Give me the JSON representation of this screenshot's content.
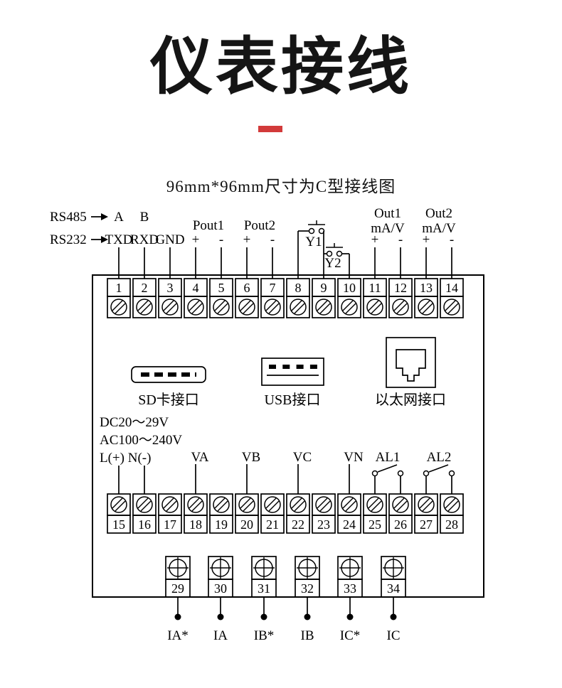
{
  "title": "仪表接线",
  "subtitle": "96mm*96mm尺寸为C型接线图",
  "accent_color": "#d23a3a",
  "diagram": {
    "rs485": {
      "label": "RS485",
      "pins": [
        "A",
        "B"
      ]
    },
    "rs232": {
      "label": "RS232",
      "pins": [
        "TXD",
        "RXD",
        "GND"
      ]
    },
    "pout1": {
      "label": "Pout1",
      "pins": [
        "+",
        "-"
      ]
    },
    "pout2": {
      "label": "Pout2",
      "pins": [
        "+",
        "-"
      ]
    },
    "buttons": [
      "Y1",
      "Y2"
    ],
    "out1": {
      "label": "Out1",
      "unit": "mA/V",
      "pins": [
        "+",
        "-"
      ]
    },
    "out2": {
      "label": "Out2",
      "unit": "mA/V",
      "pins": [
        "+",
        "-"
      ]
    },
    "terminals_row1": [
      "1",
      "2",
      "3",
      "4",
      "5",
      "6",
      "7",
      "8",
      "9",
      "10",
      "11",
      "12",
      "13",
      "14"
    ],
    "terminals_row2": [
      "15",
      "16",
      "17",
      "18",
      "19",
      "20",
      "21",
      "22",
      "23",
      "24",
      "25",
      "26",
      "27",
      "28"
    ],
    "terminals_row3": [
      "29",
      "30",
      "31",
      "32",
      "33",
      "34"
    ],
    "ports": [
      {
        "name": "sd-card",
        "label": "SD卡接口"
      },
      {
        "name": "usb",
        "label": "USB接口"
      },
      {
        "name": "ethernet",
        "label": "以太网接口"
      }
    ],
    "power_lines": [
      "DC20～29V",
      "AC100～240V",
      "L(+) N(-)"
    ],
    "voltage_inputs": [
      "VA",
      "VB",
      "VC",
      "VN"
    ],
    "alarm_relays": [
      "AL1",
      "AL2"
    ],
    "current_inputs": [
      "IA*",
      "IA",
      "IB*",
      "IB",
      "IC*",
      "IC"
    ]
  }
}
